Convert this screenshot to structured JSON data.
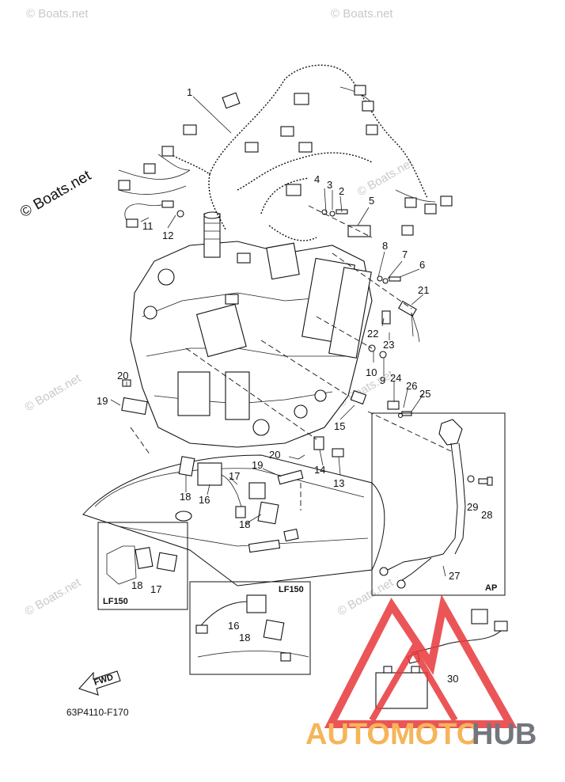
{
  "watermarks": {
    "site": "© Boats.net"
  },
  "callouts": [
    "1",
    "2",
    "3",
    "4",
    "5",
    "6",
    "7",
    "8",
    "9",
    "10",
    "11",
    "12",
    "13",
    "14",
    "15",
    "16",
    "17",
    "18",
    "19",
    "20",
    "21",
    "22",
    "23",
    "24",
    "25",
    "26",
    "27",
    "28",
    "29",
    "30"
  ],
  "insets": {
    "ap_title": "AP",
    "lf150_left_title": "LF150",
    "lf150_right_title": "LF150"
  },
  "direction_label": "FWD",
  "diagram_code": "63P4110-F170",
  "brand": {
    "part1": "AUTOMOTO",
    "part2": "HUB",
    "color1": "#f4a93c",
    "color2": "#5b5f66",
    "triangle_color": "#e8383b"
  }
}
